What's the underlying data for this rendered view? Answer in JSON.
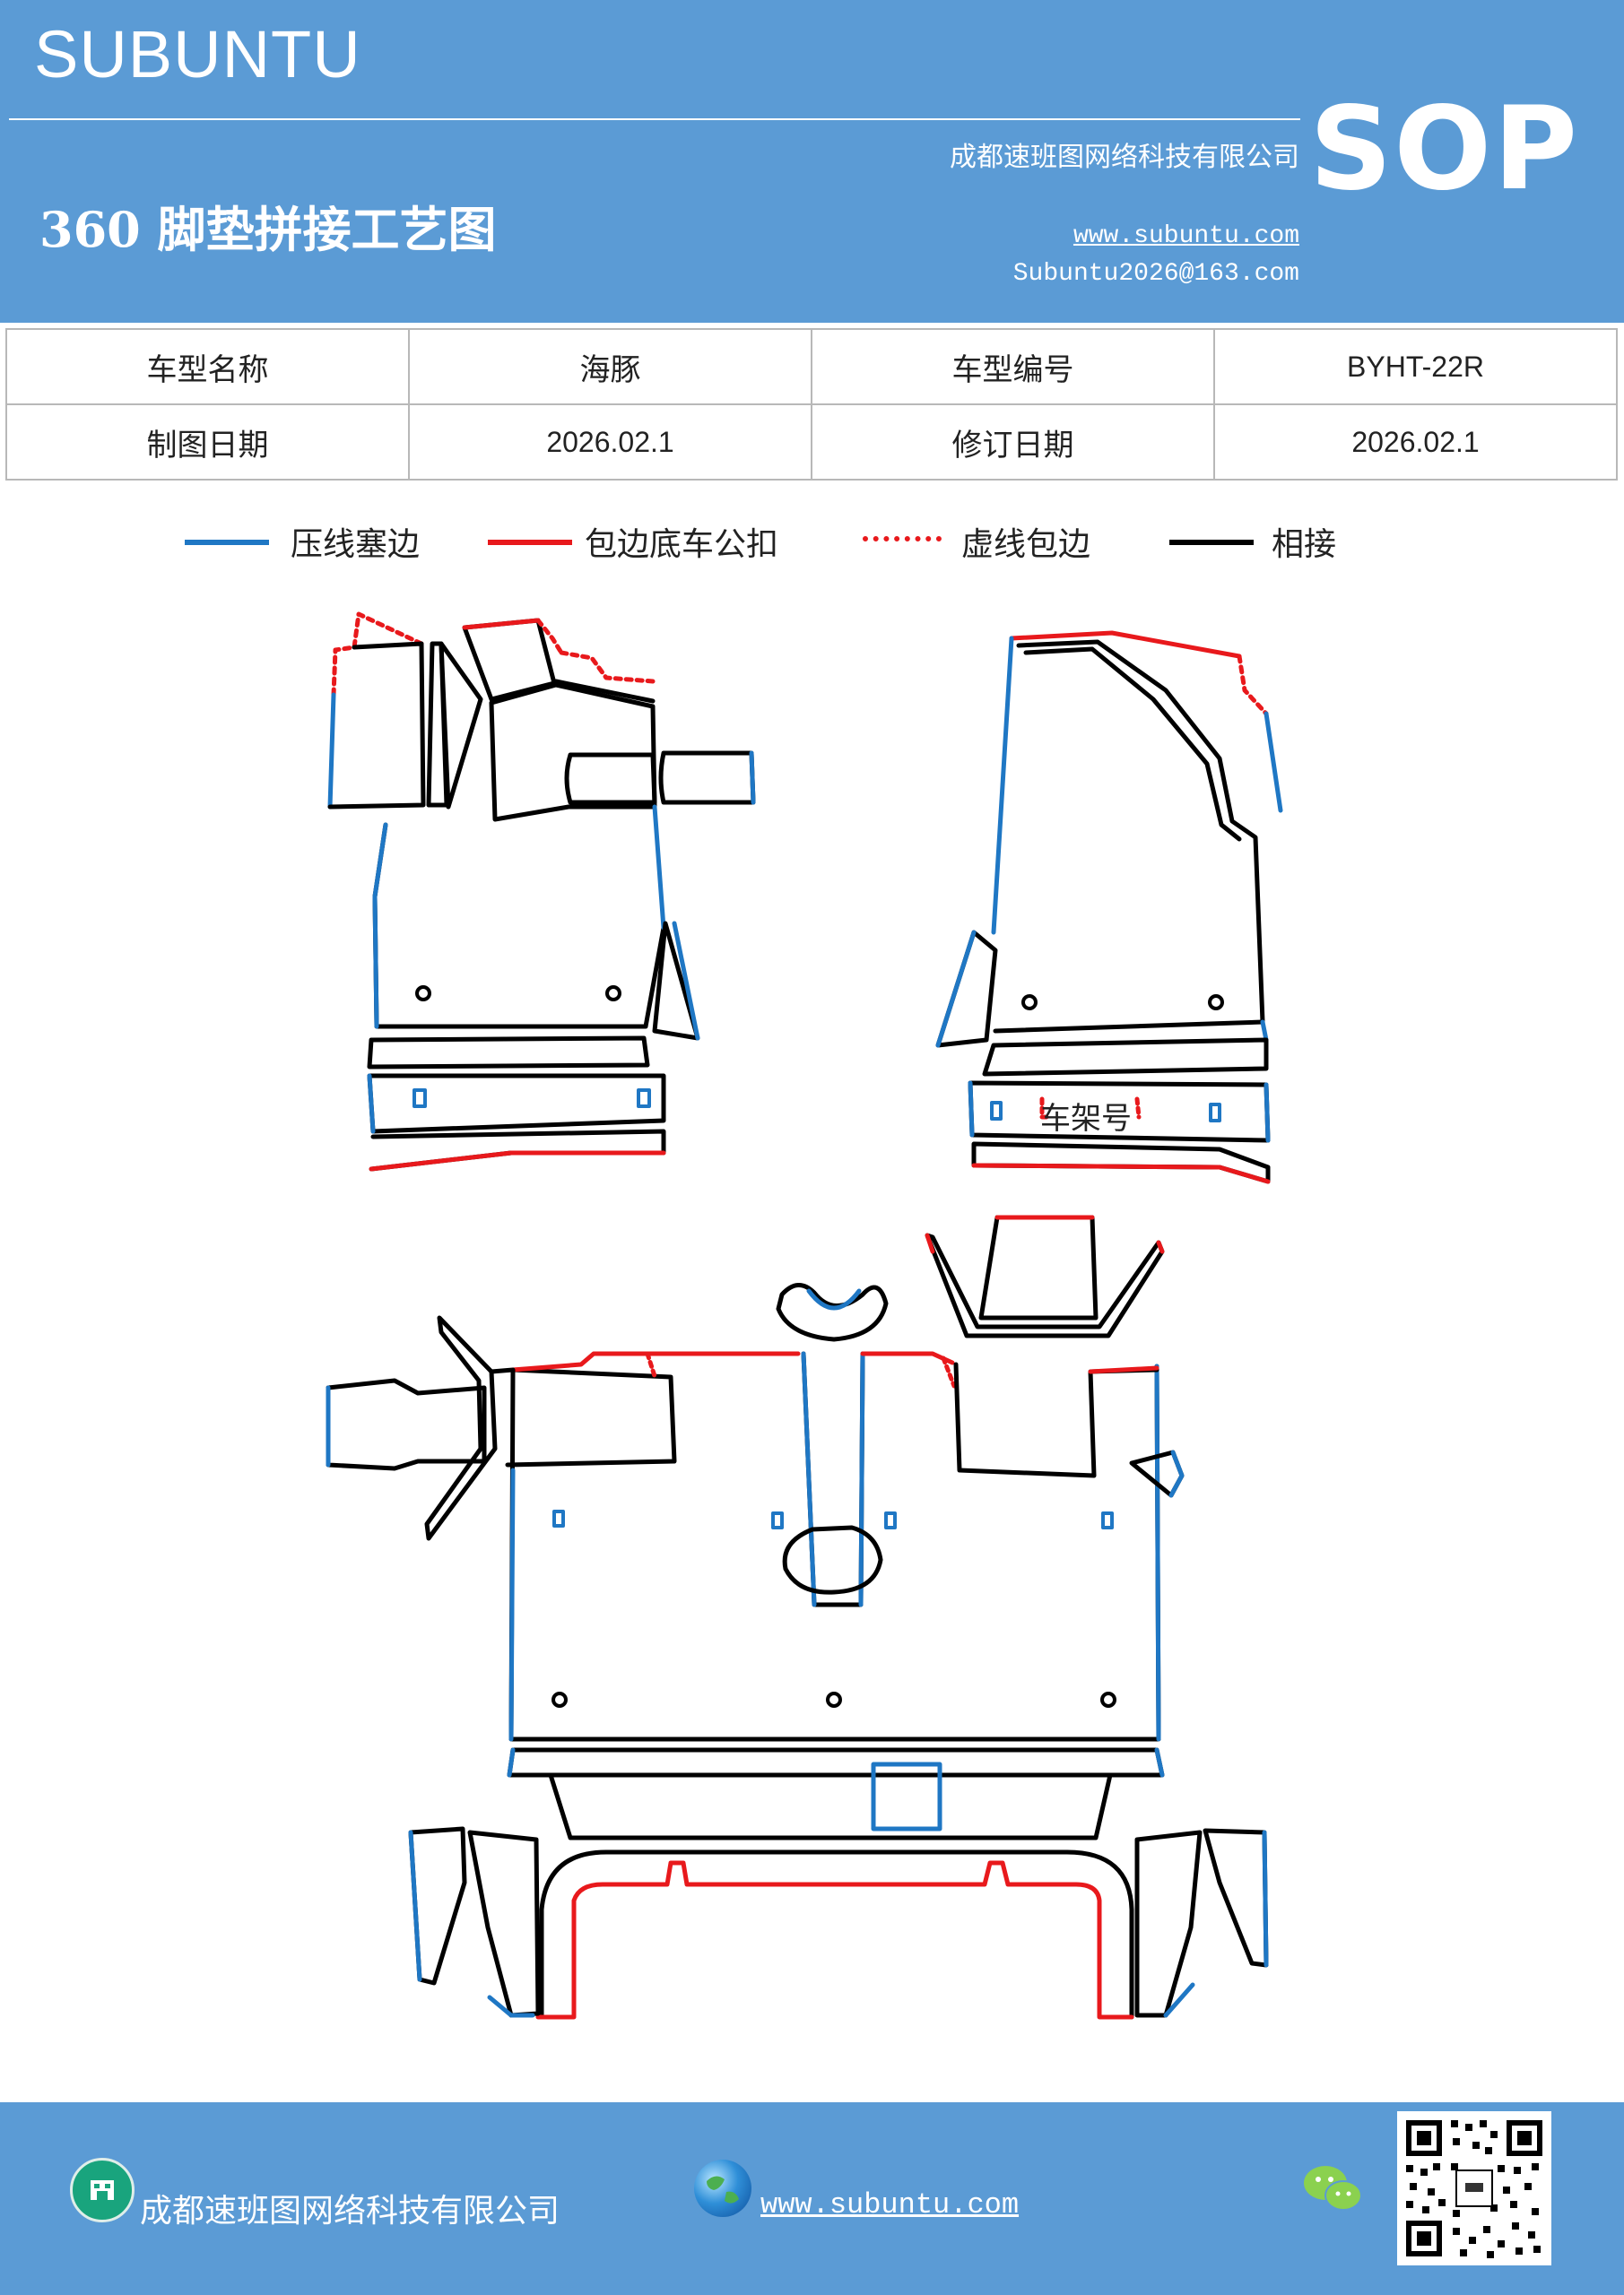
{
  "header": {
    "brand": "SUBUNTU",
    "company": "成都速班图网络科技有限公司",
    "title": "360 脚垫拼接工艺图",
    "website": "www.subuntu.com",
    "email": "Subuntu2026@163.com",
    "badge": "SOP"
  },
  "info": {
    "row1": [
      "车型名称",
      "海豚",
      "车型编号",
      "BYHT-22R"
    ],
    "row2": [
      "制图日期",
      "2026.02.1",
      "修订日期",
      "2026.02.1"
    ]
  },
  "legend": [
    {
      "label": "压线塞边",
      "color": "#1f77c4",
      "style": "solid"
    },
    {
      "label": "包边底车公扣",
      "color": "#e8191c",
      "style": "solid"
    },
    {
      "label": "虚线包边",
      "color": "#e8191c",
      "style": "dotted"
    },
    {
      "label": "相接",
      "color": "#000000",
      "style": "solid"
    }
  ],
  "diagram": {
    "vin_label": "车架号"
  },
  "footer": {
    "company": "成都速班图网络科技有限公司",
    "website": "www.subuntu.com",
    "icons": [
      "company-icon",
      "globe-icon",
      "wechat-icon",
      "qr-code"
    ]
  },
  "colors": {
    "header_bg": "#5b9bd5",
    "press_line": "#1f77c4",
    "wrap_edge": "#e8191c",
    "joint": "#000000"
  }
}
